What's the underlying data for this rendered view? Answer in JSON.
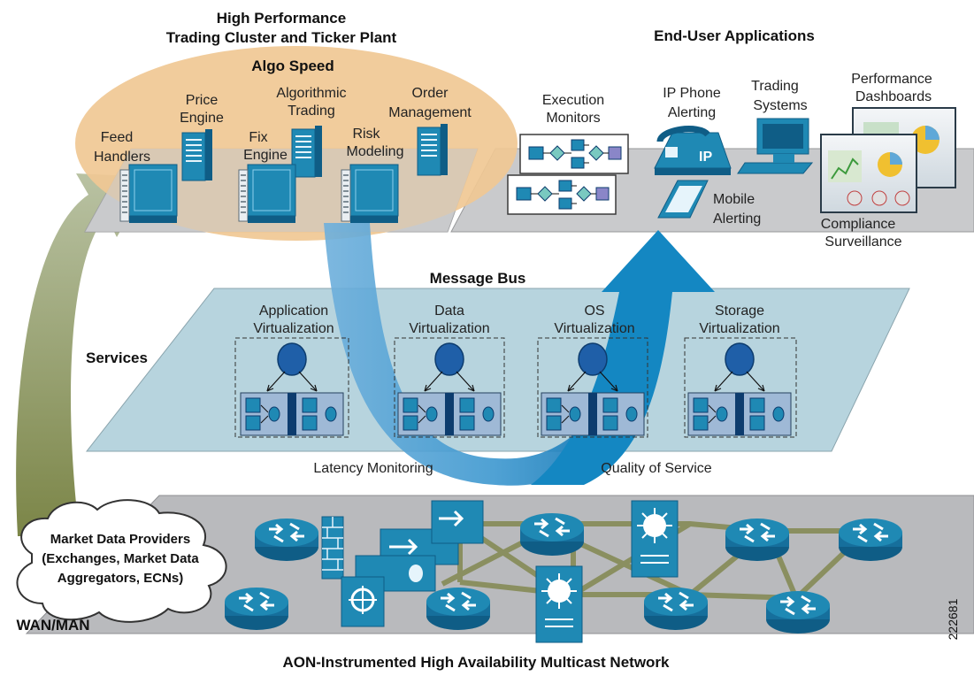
{
  "top_left": {
    "title_line1": "High Performance",
    "title_line2": "Trading Cluster and Ticker Plant",
    "algo_speed": "Algo Speed",
    "price_engine": [
      "Price",
      "Engine"
    ],
    "algorithmic_trading": [
      "Algorithmic",
      "Trading"
    ],
    "order_management": [
      "Order",
      "Management"
    ],
    "feed_handlers": [
      "Feed",
      "Handlers"
    ],
    "fix_engine": [
      "Fix",
      "Engine"
    ],
    "risk_modeling": [
      "Risk",
      "Modeling"
    ]
  },
  "top_right": {
    "title": "End-User Applications",
    "execution_monitors": [
      "Execution",
      "Monitors"
    ],
    "ip_phone_alerting": [
      "IP Phone",
      "Alerting"
    ],
    "ip_badge": "IP",
    "trading_systems": [
      "Trading",
      "Systems"
    ],
    "performance_dashboards": [
      "Performance",
      "Dashboards"
    ],
    "mobile_alerting": [
      "Mobile",
      "Alerting"
    ],
    "compliance_surveillance": [
      "Compliance",
      "Surveillance"
    ]
  },
  "middle": {
    "message_bus": "Message Bus",
    "services": "Services",
    "app_virt": [
      "Application",
      "Virtualization"
    ],
    "data_virt": [
      "Data",
      "Virtualization"
    ],
    "os_virt": [
      "OS",
      "Virtualization"
    ],
    "storage_virt": [
      "Storage",
      "Virtualization"
    ],
    "latency_monitoring": "Latency Monitoring",
    "quality_of_service": "Quality of Service"
  },
  "bottom": {
    "cloud": [
      "Market Data Providers",
      "(Exchanges, Market Data",
      "Aggregators, ECNs)"
    ],
    "wan_man": "WAN/MAN",
    "network_title": "AON-Instrumented High Availability Multicast Network",
    "figure_id": "222681"
  },
  "colors": {
    "plane_top": "#c9cacc",
    "plane_services": "#b7d4de",
    "plane_network": "#b9babd",
    "algo_oval": "#f0c894",
    "device_blue": "#1f89b4",
    "device_dark": "#0f5d86",
    "arrow_blue": "#1487c2",
    "arrow_light": "#8ec4e6",
    "arrow_green": "#7d8a4a",
    "link_green": "#8a8f60"
  }
}
